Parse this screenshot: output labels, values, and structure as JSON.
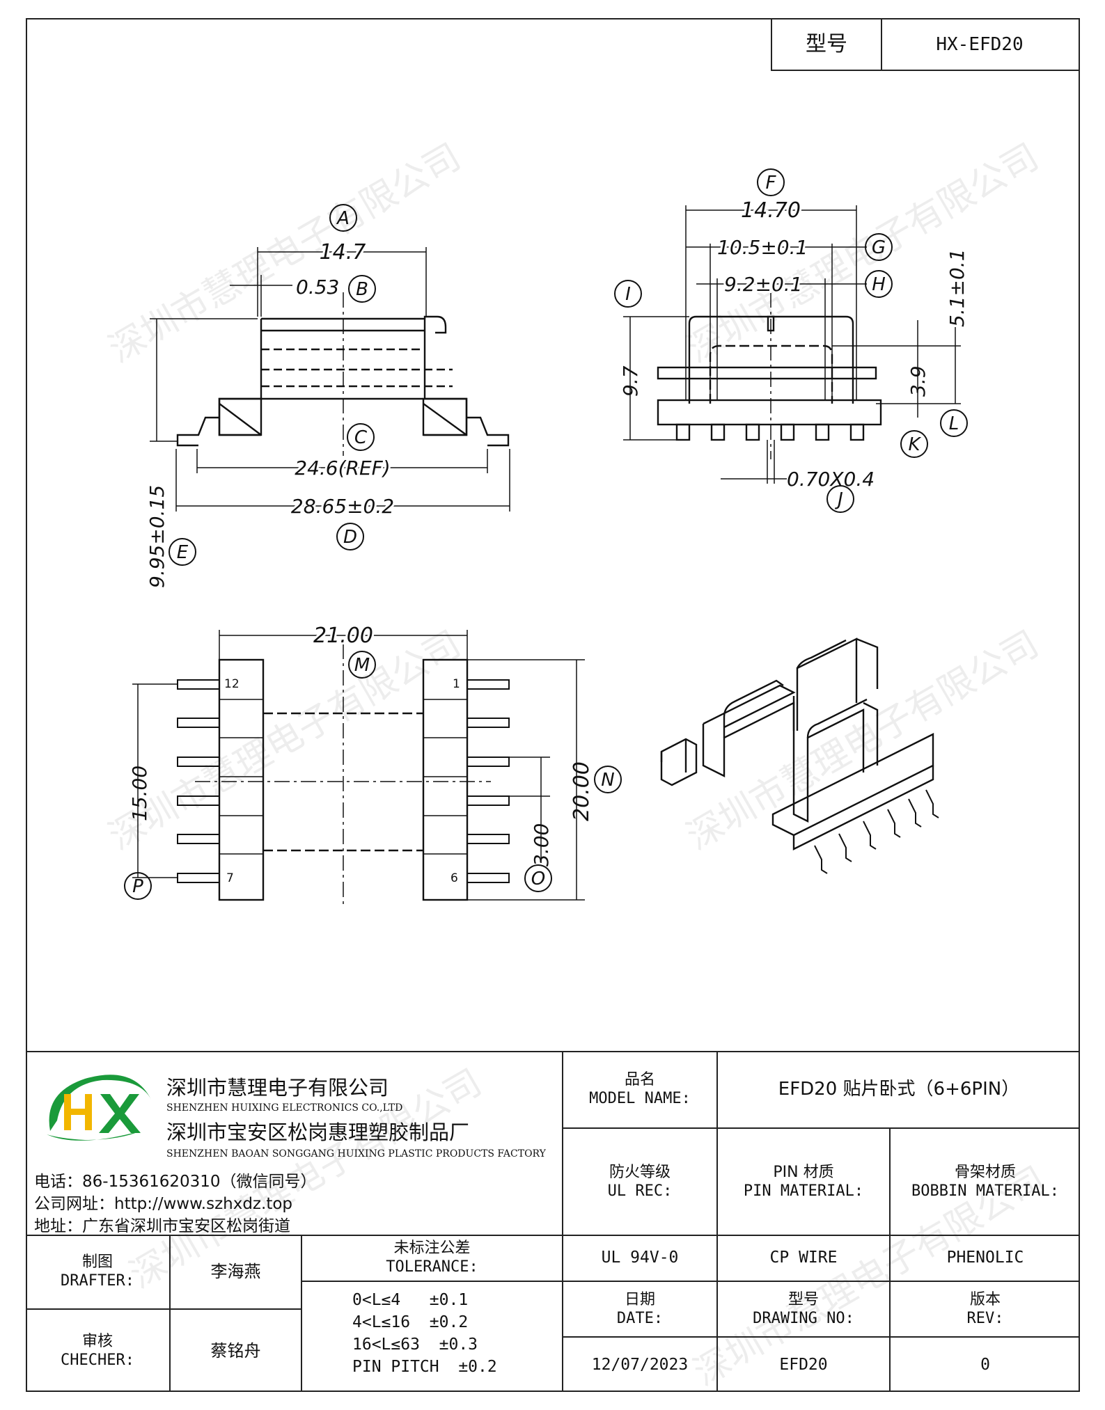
{
  "header": {
    "model_label": "型号",
    "model_value": "HX-EFD20"
  },
  "watermark": "深圳市慧理电子有限公司",
  "drawing": {
    "side_view": {
      "dim_a": "14.7",
      "label_a": "A",
      "dim_b": "0.53",
      "label_b": "B",
      "label_c": "C",
      "dim_ref": "24.6(REF)",
      "dim_d": "28.65±0.2",
      "label_d": "D",
      "dim_e": "9.95±0.15",
      "label_e": "E"
    },
    "end_view": {
      "dim_f": "14.70",
      "label_f": "F",
      "dim_g": "10.5±0.1",
      "label_g": "G",
      "dim_h": "9.2±0.1",
      "label_h": "H",
      "label_i": "I",
      "dim_i": "9.7",
      "dim_k": "3.9",
      "label_k": "K",
      "dim_l": "5.1±0.1",
      "label_l": "L",
      "dim_j": "0.70X0.4",
      "label_j": "J"
    },
    "bottom_view": {
      "dim_m": "21.00",
      "label_m": "M",
      "dim_n": "20.00",
      "label_n": "N",
      "dim_o": "3.00",
      "label_o": "O",
      "dim_p": "15.00",
      "label_p": "P",
      "pin_12": "12",
      "pin_7": "7",
      "pin_1": "1",
      "pin_6": "6"
    }
  },
  "title_block": {
    "company_cn": "深圳市慧理电子有限公司",
    "company_en": "SHENZHEN HUIXING ELECTRONICS CO.,LTD",
    "factory_cn": "深圳市宝安区松岗惠理塑胶制品厂",
    "factory_en": "SHENZHEN BAOAN SONGGANG HUIXING PLASTIC PRODUCTS FACTORY",
    "phone": "电话：86-15361620310（微信同号）",
    "website": "公司网址：http://www.szhxdz.top",
    "address": "地址：广东省深圳市宝安区松岗街道",
    "logo_text": "HX",
    "model_name_cn": "品名",
    "model_name_en": "MODEL NAME:",
    "model_name_value": "EFD20 贴片卧式（6+6PIN）",
    "ul_cn": "防火等级",
    "ul_en": "UL REC:",
    "pin_mat_cn": "PIN 材质",
    "pin_mat_en": "PIN MATERIAL:",
    "bobbin_mat_cn": "骨架材质",
    "bobbin_mat_en": "BOBBIN MATERIAL:",
    "ul_value": "UL 94V-0",
    "pin_mat_value": "CP WIRE",
    "bobbin_mat_value": "PHENOLIC",
    "drafter_cn": "制图",
    "drafter_en": "DRAFTER:",
    "drafter_name": "李海燕",
    "checker_cn": "审核",
    "checker_en": "CHECHER:",
    "checker_name": "蔡铭舟",
    "tolerance_cn": "未标注公差",
    "tolerance_en": "TOLERANCE:",
    "tolerance_lines": [
      "0<L≤4   ±0.1",
      "4<L≤16  ±0.2",
      "16<L≤63  ±0.3",
      "PIN PITCH  ±0.2"
    ],
    "date_cn": "日期",
    "date_en": "DATE:",
    "drawing_no_cn": "型号",
    "drawing_no_en": "DRAWING NO:",
    "rev_cn": "版本",
    "rev_en": "REV:",
    "date_value": "12/07/2023",
    "drawing_no_value": "EFD20",
    "rev_value": "0"
  }
}
